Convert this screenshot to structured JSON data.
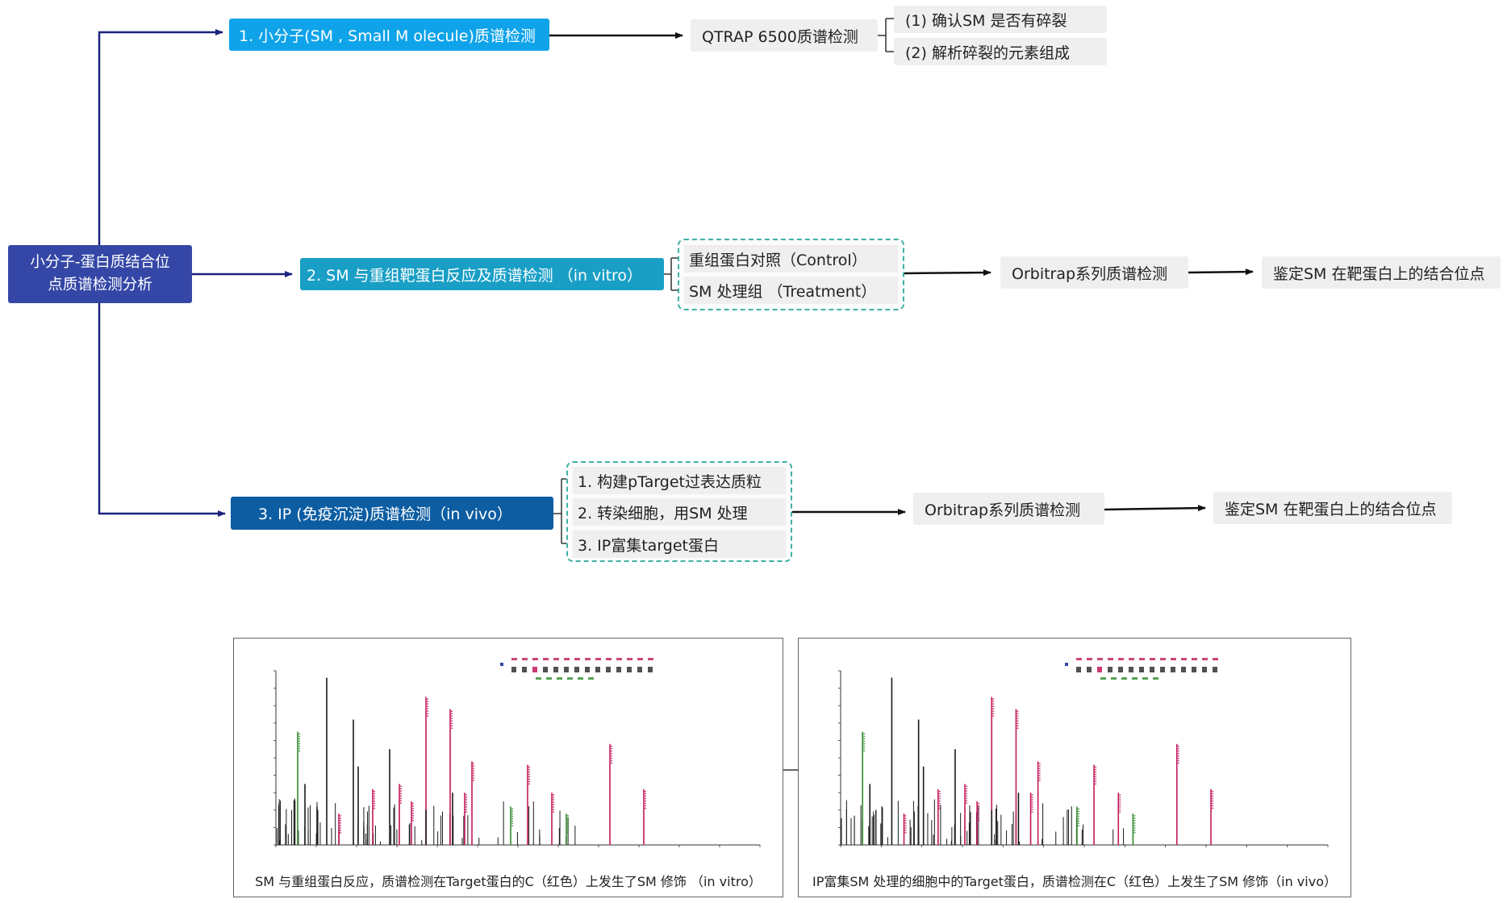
{
  "root": {
    "label_line1": "小分子-蛋白质结合位",
    "label_line2": "点质谱检测分析"
  },
  "branch1": {
    "label": "1. 小分子(SM , Small M olecule)质谱检测",
    "instrument": "QTRAP 6500质谱检测",
    "sub1": "(1) 确认SM 是否有碎裂",
    "sub2": "(2) 解析碎裂的元素组成"
  },
  "branch2": {
    "label": "2. SM 与重组靶蛋白反应及质谱检测 （in vitro）",
    "group1": "重组蛋白对照（Control）",
    "group2": "SM 处理组 （Treatment）",
    "instrument": "Orbitrap系列质谱检测",
    "result": "鉴定SM 在靶蛋白上的结合位点"
  },
  "branch3": {
    "label": "3. IP (免疫沉淀)质谱检测（in vivo）",
    "step1": "1. 构建pTarget过表达质粒",
    "step2": "2. 转染细胞，用SM 处理",
    "step3": "3. IP富集target蛋白",
    "instrument": "Orbitrap系列质谱检测",
    "result": "鉴定SM 在靶蛋白上的结合位点"
  },
  "panels": [
    {
      "caption": "SM 与重组蛋白反应，质谱检测在Target蛋白的C（红色）上发生了SM 修饰 （in vitro）"
    },
    {
      "caption": "IP富集SM 处理的细胞中的Target蛋白，质谱检测在C（红色）上发生了SM 修饰（in vivo）"
    }
  ],
  "colors": {
    "arrow": "#1a237e",
    "spectrum_black": "#1a1a1a",
    "spectrum_red": "#c2185b",
    "spectrum_green": "#2e8b2e",
    "dash": "#3eb2a4"
  }
}
